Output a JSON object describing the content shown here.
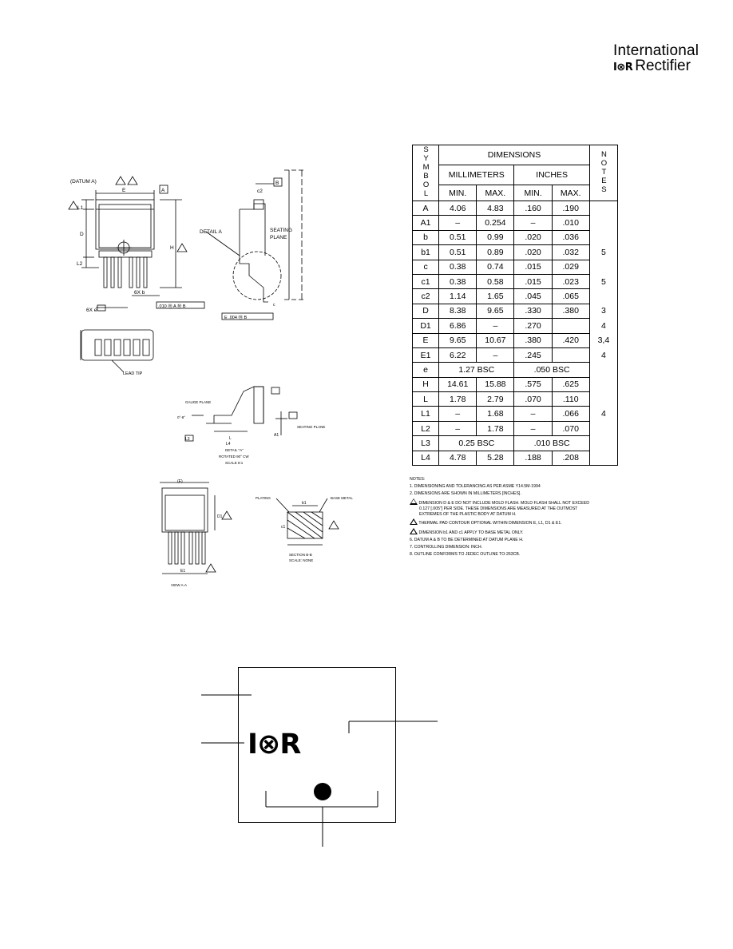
{
  "logo": {
    "line1": "International",
    "mark": "I⊗R",
    "line2": "Rectifier"
  },
  "drawing_labels": {
    "datum_a": "(DATUM A)",
    "E": "E",
    "A_box": "A",
    "B_box": "B",
    "L1": "L1",
    "D": "D",
    "L2": "L2",
    "H": "H",
    "detail_a": "DETAIL A",
    "seating_plane": "SEATING",
    "plane": "PLANE",
    "c2": "c2",
    "lead_count_b": "6X b",
    "lead_count_e": "6X e",
    "tol1": ".010 Ⓜ A Ⓜ B",
    "tol2": "E .004 Ⓜ B",
    "lead_tip": "LEAD TIP",
    "gauge_plane": "GAUGE PLANE",
    "seating_plane2": "SEATING PLANE",
    "detail_a2": "DETAIL \"A\"",
    "rotated": "ROTATED 90° CW",
    "scale": "SCALE 8:1",
    "view_aa": "VIEW A-A",
    "plating": "PLATING",
    "base_metal": "BASE METAL",
    "section_bb": "SECTION B-B",
    "scale_none": "SCALE: NONE",
    "E_paren": "(E)",
    "E1": "E1",
    "D1": "D1",
    "L": "L",
    "L3": "L3",
    "L4": "L4",
    "A1": "A1",
    "b1": "b1",
    "c1": "c1",
    "c": "c",
    "theta": "0°-8°"
  },
  "table": {
    "symbol_header": "SYMBOL",
    "dimensions_header": "DIMENSIONS",
    "notes_header": "NOTES",
    "mm_header": "MILLIMETERS",
    "in_header": "INCHES",
    "min": "MIN.",
    "max": "MAX.",
    "rows": [
      {
        "sym": "A",
        "mm_min": "4.06",
        "mm_max": "4.83",
        "in_min": ".160",
        "in_max": ".190",
        "note": ""
      },
      {
        "sym": "A1",
        "mm_min": "–",
        "mm_max": "0.254",
        "in_min": "–",
        "in_max": ".010",
        "note": ""
      },
      {
        "sym": "b",
        "mm_min": "0.51",
        "mm_max": "0.99",
        "in_min": ".020",
        "in_max": ".036",
        "note": ""
      },
      {
        "sym": "b1",
        "mm_min": "0.51",
        "mm_max": "0.89",
        "in_min": ".020",
        "in_max": ".032",
        "note": "5"
      },
      {
        "sym": "c",
        "mm_min": "0.38",
        "mm_max": "0.74",
        "in_min": ".015",
        "in_max": ".029",
        "note": ""
      },
      {
        "sym": "c1",
        "mm_min": "0.38",
        "mm_max": "0.58",
        "in_min": ".015",
        "in_max": ".023",
        "note": "5"
      },
      {
        "sym": "c2",
        "mm_min": "1.14",
        "mm_max": "1.65",
        "in_min": ".045",
        "in_max": ".065",
        "note": ""
      },
      {
        "sym": "D",
        "mm_min": "8.38",
        "mm_max": "9.65",
        "in_min": ".330",
        "in_max": ".380",
        "note": "3"
      },
      {
        "sym": "D1",
        "mm_min": "6.86",
        "mm_max": "–",
        "in_min": ".270",
        "in_max": "",
        "note": "4"
      },
      {
        "sym": "E",
        "mm_min": "9.65",
        "mm_max": "10.67",
        "in_min": ".380",
        "in_max": ".420",
        "note": "3,4"
      },
      {
        "sym": "E1",
        "mm_min": "6.22",
        "mm_max": "–",
        "in_min": ".245",
        "in_max": "",
        "note": "4"
      },
      {
        "sym": "e",
        "mm_bsc": "1.27  BSC",
        "in_bsc": ".050  BSC",
        "note": ""
      },
      {
        "sym": "H",
        "mm_min": "14.61",
        "mm_max": "15.88",
        "in_min": ".575",
        "in_max": ".625",
        "note": ""
      },
      {
        "sym": "L",
        "mm_min": "1.78",
        "mm_max": "2.79",
        "in_min": ".070",
        "in_max": ".110",
        "note": ""
      },
      {
        "sym": "L1",
        "mm_min": "–",
        "mm_max": "1.68",
        "in_min": "–",
        "in_max": ".066",
        "note": "4"
      },
      {
        "sym": "L2",
        "mm_min": "–",
        "mm_max": "1.78",
        "in_min": "–",
        "in_max": ".070",
        "note": ""
      },
      {
        "sym": "L3",
        "mm_bsc": "0.25  BSC",
        "in_bsc": ".010  BSC",
        "note": ""
      },
      {
        "sym": "L4",
        "mm_min": "4.78",
        "mm_max": "5.28",
        "in_min": ".188",
        "in_max": ".208",
        "note": ""
      }
    ]
  },
  "notes": {
    "title": "NOTES:",
    "n1": "1.  DIMENSIONING AND TOLERANCING AS PER ASME Y14.5M-1994",
    "n2": "2.  DIMENSIONS ARE SHOWN IN MILLIMETERS [INCHES].",
    "n3a": "DIMENSION D & E DO NOT INCLUDE MOLD  FLASH. MOLD FLASH SHALL NOT EXCEED",
    "n3b": "0.127 [.005\"] PER SIDE. THESE DIMENSIONS ARE MEASURED AT THE OUTMOST",
    "n3c": "EXTREMES OF THE PLASTIC BODY AT DATUM H.",
    "n4": "THERMAL PAD CONTOUR OPTIONAL WITHIN DIMENSION E, L1, D1 & E1.",
    "n5": "DIMENSION b1 AND c1 APPLY TO BASE METAL ONLY.",
    "n6": "6.  DATUM A & B TO BE DETERMINED AT DATUM PLANE H.",
    "n7": "7.  CONTROLLING DIMENSION: INCH.",
    "n8": "8.  OUTLINE CONFORMS TO JEDEC OUTLINE TO-263CB.",
    "n3_num": "3",
    "n4_num": "4",
    "n5_num": "5"
  },
  "marking": {
    "logo": "I⊗R"
  }
}
